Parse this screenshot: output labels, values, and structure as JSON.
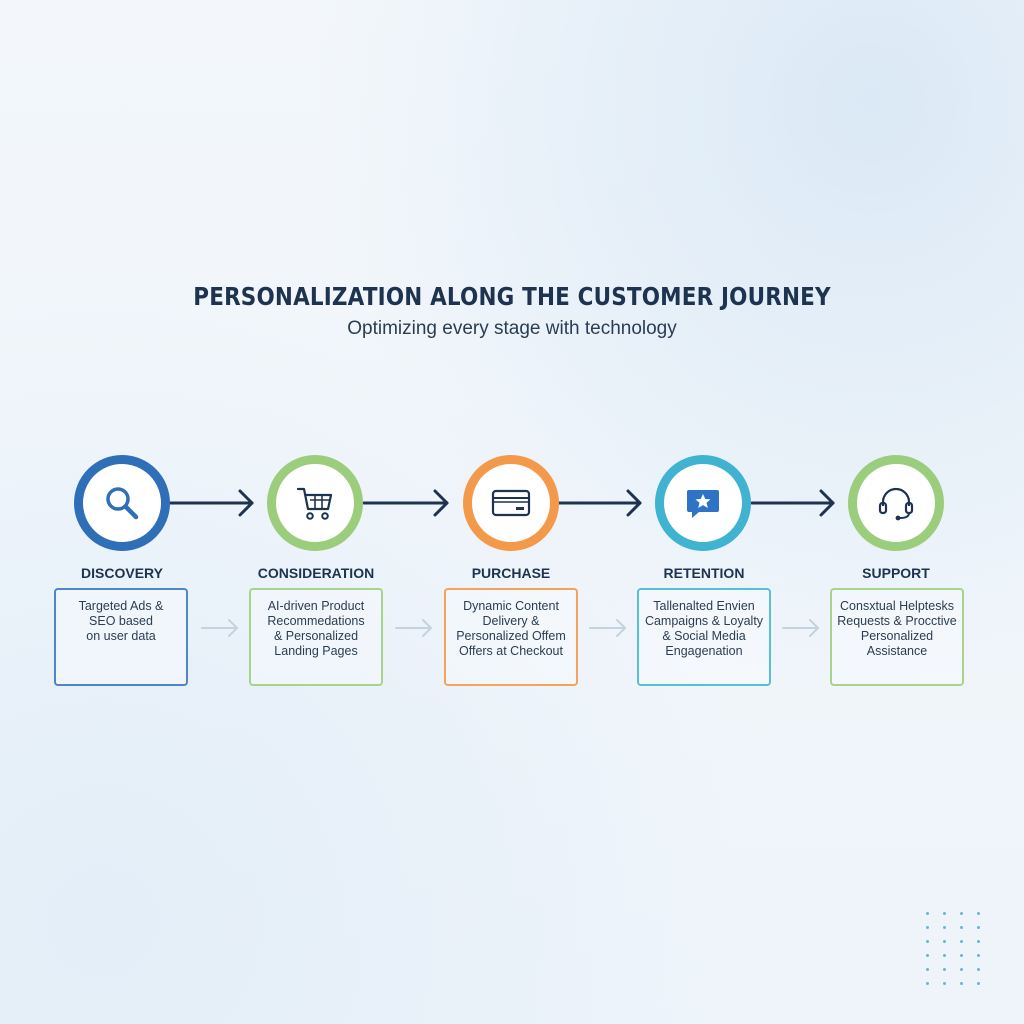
{
  "header": {
    "title": "PERSONALIZATION ALONG THE CUSTOMER JOURNEY",
    "subtitle": "Optimizing every stage with technology"
  },
  "colors": {
    "discovery": "#2f6fb7",
    "consideration": "#9ccd7c",
    "purchase": "#f39a4a",
    "retention": "#3fb3cf",
    "support": "#9ccd7c",
    "arrow_dark": "#1d3350",
    "arrow_light": "#c5d3df"
  },
  "stages": [
    {
      "label": "DISCOVERY",
      "icon": "search-icon",
      "card_lines": [
        "Targeted Ads &",
        "SEO based",
        "on user data"
      ]
    },
    {
      "label": "CONSIDERATION",
      "icon": "cart-icon",
      "card_lines": [
        "AI-driven Product",
        "Recommedations",
        "& Personalized",
        "Landing Pages"
      ]
    },
    {
      "label": "PURCHASE",
      "icon": "credit-card-icon",
      "card_lines": [
        "Dynamic Content",
        "Delivery &",
        "Personalized Offem",
        "Offers at Checkout"
      ]
    },
    {
      "label": "RETENTION",
      "icon": "chat-star-icon",
      "card_lines": [
        "Tallenalted Envien",
        "Campaigns & Loyalty",
        "& Social Media",
        "Engagenation"
      ]
    },
    {
      "label": "SUPPORT",
      "icon": "headset-icon",
      "card_lines": [
        "Consxtual Helptesks",
        "Requests & Procctive",
        "Personalized",
        "Assistance"
      ]
    }
  ]
}
